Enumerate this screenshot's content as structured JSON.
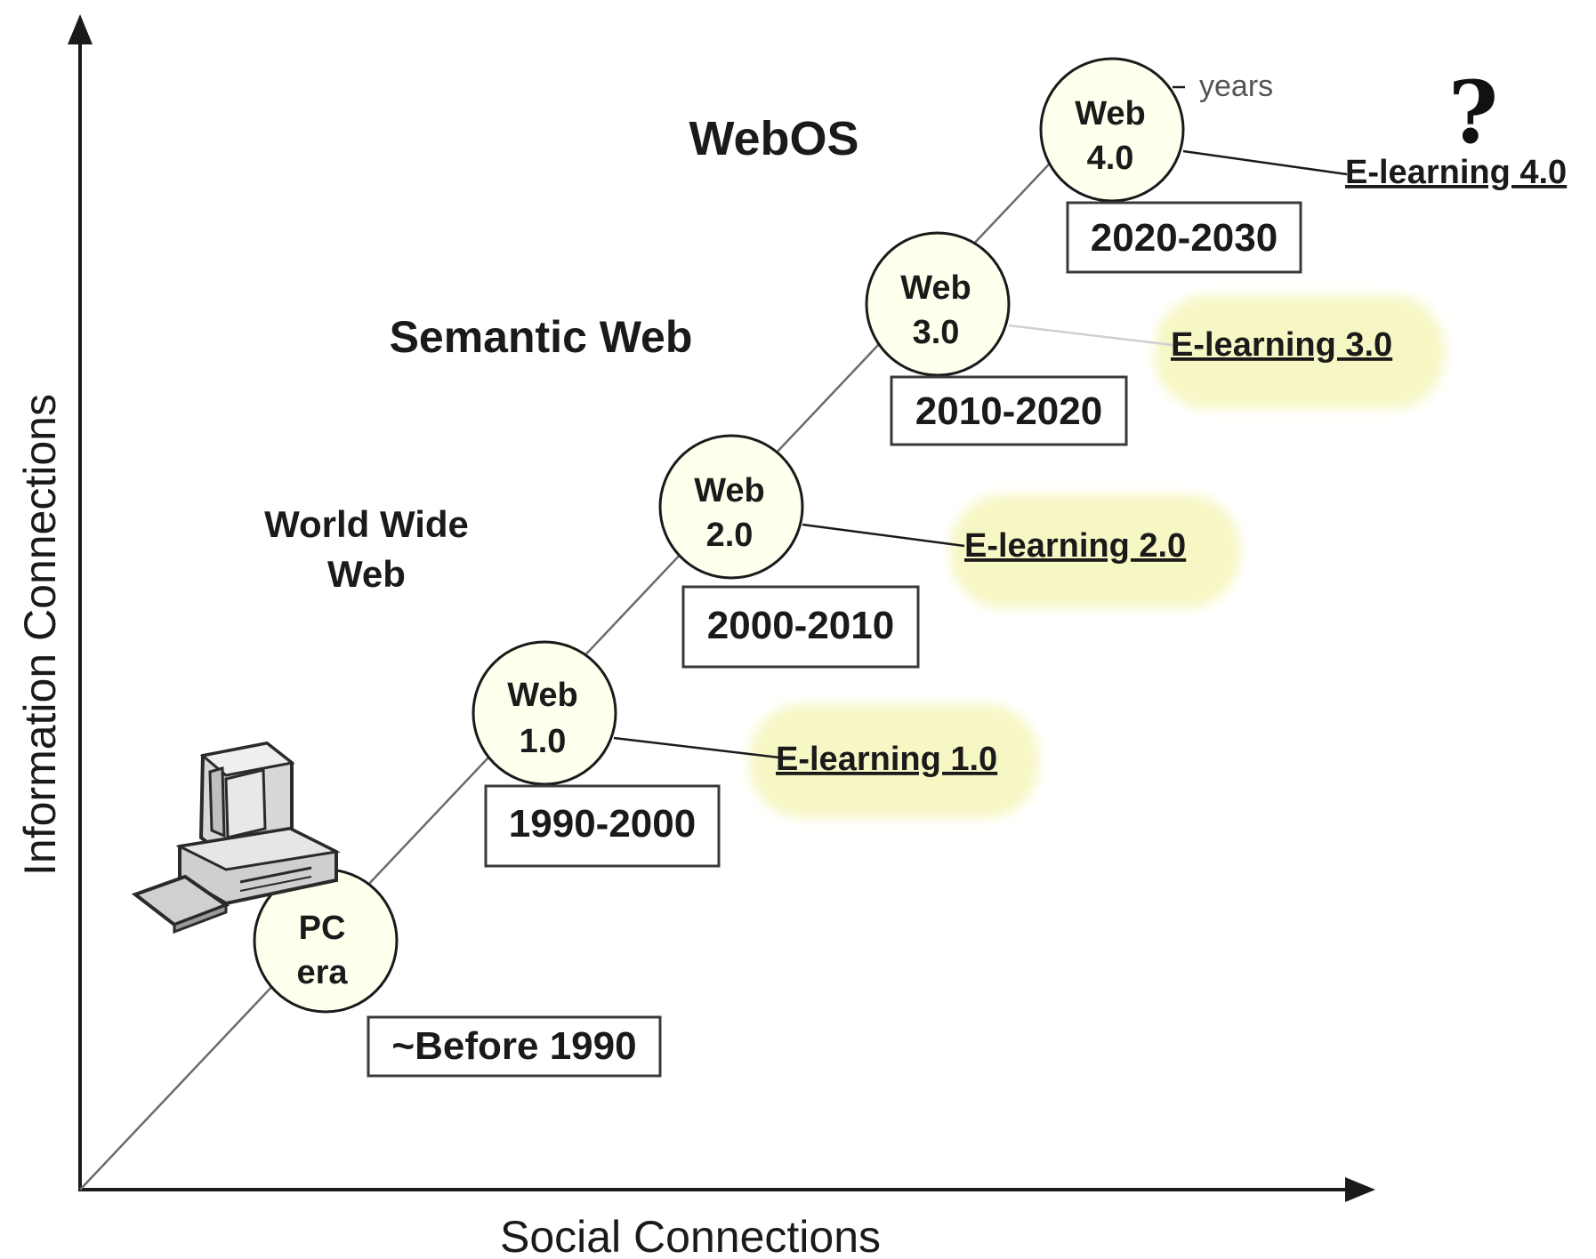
{
  "axes": {
    "x_label": "Social Connections",
    "y_label": "Information Connections"
  },
  "eras": {
    "webos": "WebOS",
    "semantic_web": "Semantic Web",
    "www_line1": "World Wide",
    "www_line2": "Web"
  },
  "nodes": [
    {
      "line1": "PC",
      "line2": "era",
      "years": "~Before 1990"
    },
    {
      "line1": "Web",
      "line2": "1.0",
      "years": "1990-2000",
      "elearning": "E-learning 1.0"
    },
    {
      "line1": "Web",
      "line2": "2.0",
      "years": "2000-2010",
      "elearning": "E-learning 2.0"
    },
    {
      "line1": "Web",
      "line2": "3.0",
      "years": "2010-2020",
      "elearning": "E-learning 3.0"
    },
    {
      "line1": "Web",
      "line2": "4.0",
      "years": "2020-2030",
      "elearning": "E-learning 4.0"
    }
  ],
  "annotations": {
    "years_callout": "years",
    "question_mark": "?"
  },
  "icons": {
    "computer": "desktop-computer-icon"
  },
  "colors": {
    "highlight_fill": "#f7f7c6",
    "node_fill": "#ffffee"
  }
}
